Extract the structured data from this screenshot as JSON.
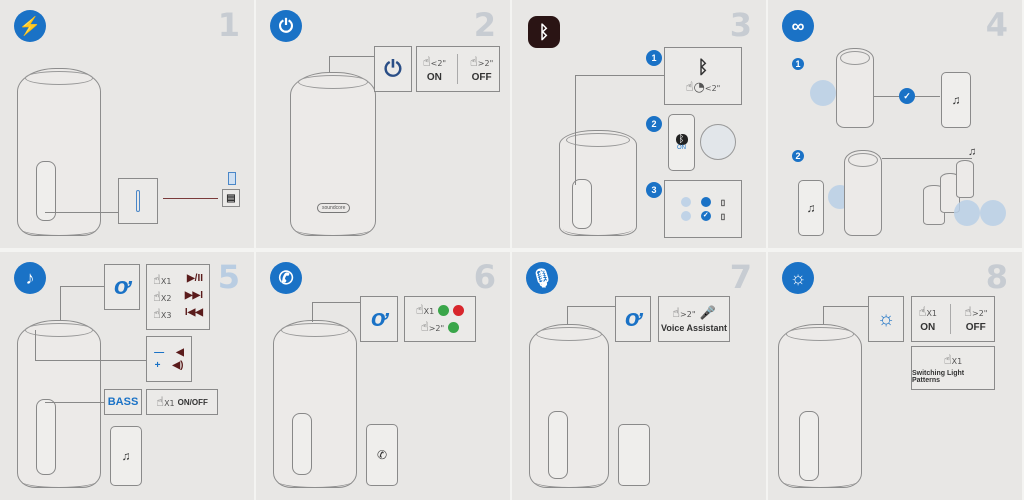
{
  "colors": {
    "accent": "#1a72c6",
    "background": "#e8e7e5",
    "step_number": "#c7ccd2",
    "answer": "#3aa64a",
    "decline": "#d8262c"
  },
  "panels": [
    {
      "number": "1",
      "icon": "battery-charging-icon"
    },
    {
      "number": "2",
      "icon": "power-icon",
      "on_label": "ON",
      "off_label": "OFF",
      "on_time": "<2\"",
      "off_time": ">2\""
    },
    {
      "number": "3",
      "icon": "bluetooth-icon",
      "steps": [
        "1",
        "2",
        "3"
      ],
      "press_time": "<2\"",
      "toggle_label": "ON"
    },
    {
      "number": "4",
      "icon": "link-icon",
      "steps": [
        "1",
        "2"
      ]
    },
    {
      "number": "5",
      "icon": "music-note-icon",
      "presses": [
        "X1",
        "X2",
        "X3"
      ],
      "actions": [
        "▶/II",
        "▶▶I",
        "I◀◀"
      ],
      "vol_minus": "—",
      "vol_plus": "+",
      "bass_label": "BASS",
      "bass_press": "X1",
      "bass_action": "ON/OFF"
    },
    {
      "number": "6",
      "icon": "phone-call-icon",
      "press": "X1",
      "hold_time": ">2\""
    },
    {
      "number": "7",
      "icon": "microphone-icon",
      "hold_time": ">2\"",
      "voice_label": "Voice Assistant"
    },
    {
      "number": "8",
      "icon": "light-icon",
      "press": "X1",
      "on_label": "ON",
      "off_label": "OFF",
      "off_time": ">2\"",
      "pattern_press": "X1",
      "pattern_label": "Switching Light Patterns"
    }
  ],
  "speaker_logo": "soundcore"
}
